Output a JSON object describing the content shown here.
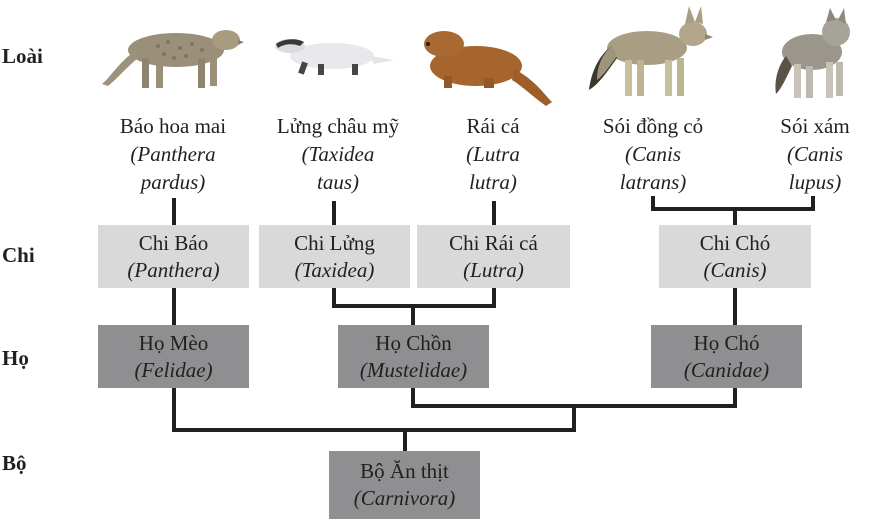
{
  "ranks": {
    "species": "Loài",
    "genus": "Chi",
    "family": "Họ",
    "order": "Bộ"
  },
  "species": [
    {
      "common": "Báo hoa mai",
      "sci_1": "(Panthera",
      "sci_2": "pardus)",
      "icon": "leopard-illustration"
    },
    {
      "common": "Lửng châu mỹ",
      "sci_1": "(Taxidea",
      "sci_2": "taus)",
      "icon": "american-badger-illustration"
    },
    {
      "common": "Rái cá",
      "sci_1": "(Lutra",
      "sci_2": "lutra)",
      "icon": "otter-illustration"
    },
    {
      "common": "Sói đồng cỏ",
      "sci_1": "(Canis",
      "sci_2": "latrans)",
      "icon": "coyote-illustration"
    },
    {
      "common": "Sói xám",
      "sci_1": "(Canis",
      "sci_2": "lupus)",
      "icon": "gray-wolf-illustration"
    }
  ],
  "genera": [
    {
      "name": "Chi Báo",
      "sci": "(Panthera)"
    },
    {
      "name": "Chi Lửng",
      "sci": "(Taxidea)"
    },
    {
      "name": "Chi Rái cá",
      "sci": "(Lutra)"
    },
    {
      "name": "Chi Chó",
      "sci": "(Canis)"
    }
  ],
  "families": [
    {
      "name": "Họ Mèo",
      "sci": "(Felidae)"
    },
    {
      "name": "Họ Chồn",
      "sci": "(Mustelidae)"
    },
    {
      "name": "Họ Chó",
      "sci": "(Canidae)"
    }
  ],
  "order": {
    "name": "Bộ Ăn thịt",
    "sci": "(Carnivora)"
  },
  "colors": {
    "genus_box": "#d9d9da",
    "family_box": "#8f8f91",
    "order_box": "#8f8f91",
    "line": "#231f20",
    "text": "#231f20"
  }
}
